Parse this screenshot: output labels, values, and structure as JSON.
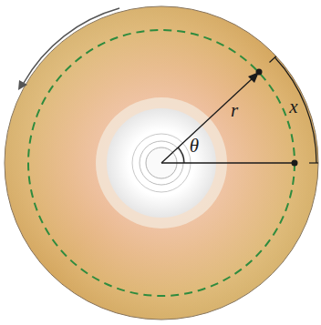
{
  "diagram": {
    "labels": [
      "r",
      "θ",
      "x"
    ]
  }
}
